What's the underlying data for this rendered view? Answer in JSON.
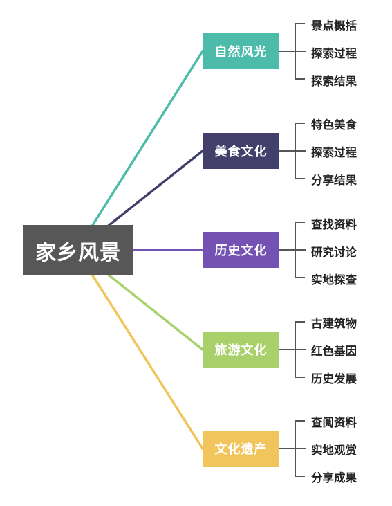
{
  "root": {
    "label": "家乡风景",
    "color": "#575757"
  },
  "branches": [
    {
      "label": "自然风光",
      "color": "#4DBBA9",
      "children": [
        "景点概括",
        "探索过程",
        "探索结果"
      ]
    },
    {
      "label": "美食文化",
      "color": "#423F6B",
      "children": [
        "特色美食",
        "探索过程",
        "分享结果"
      ]
    },
    {
      "label": "历史文化",
      "color": "#7352B4",
      "children": [
        "查找资料",
        "研究讨论",
        "实地探查"
      ]
    },
    {
      "label": "旅游文化",
      "color": "#A9D16B",
      "children": [
        "古建筑物",
        "红色基因",
        "历史发展"
      ]
    },
    {
      "label": "文化遗产",
      "color": "#F2C55C",
      "children": [
        "查阅资料",
        "实地观赏",
        "分享成果"
      ]
    }
  ],
  "bracket_color": "#555555"
}
